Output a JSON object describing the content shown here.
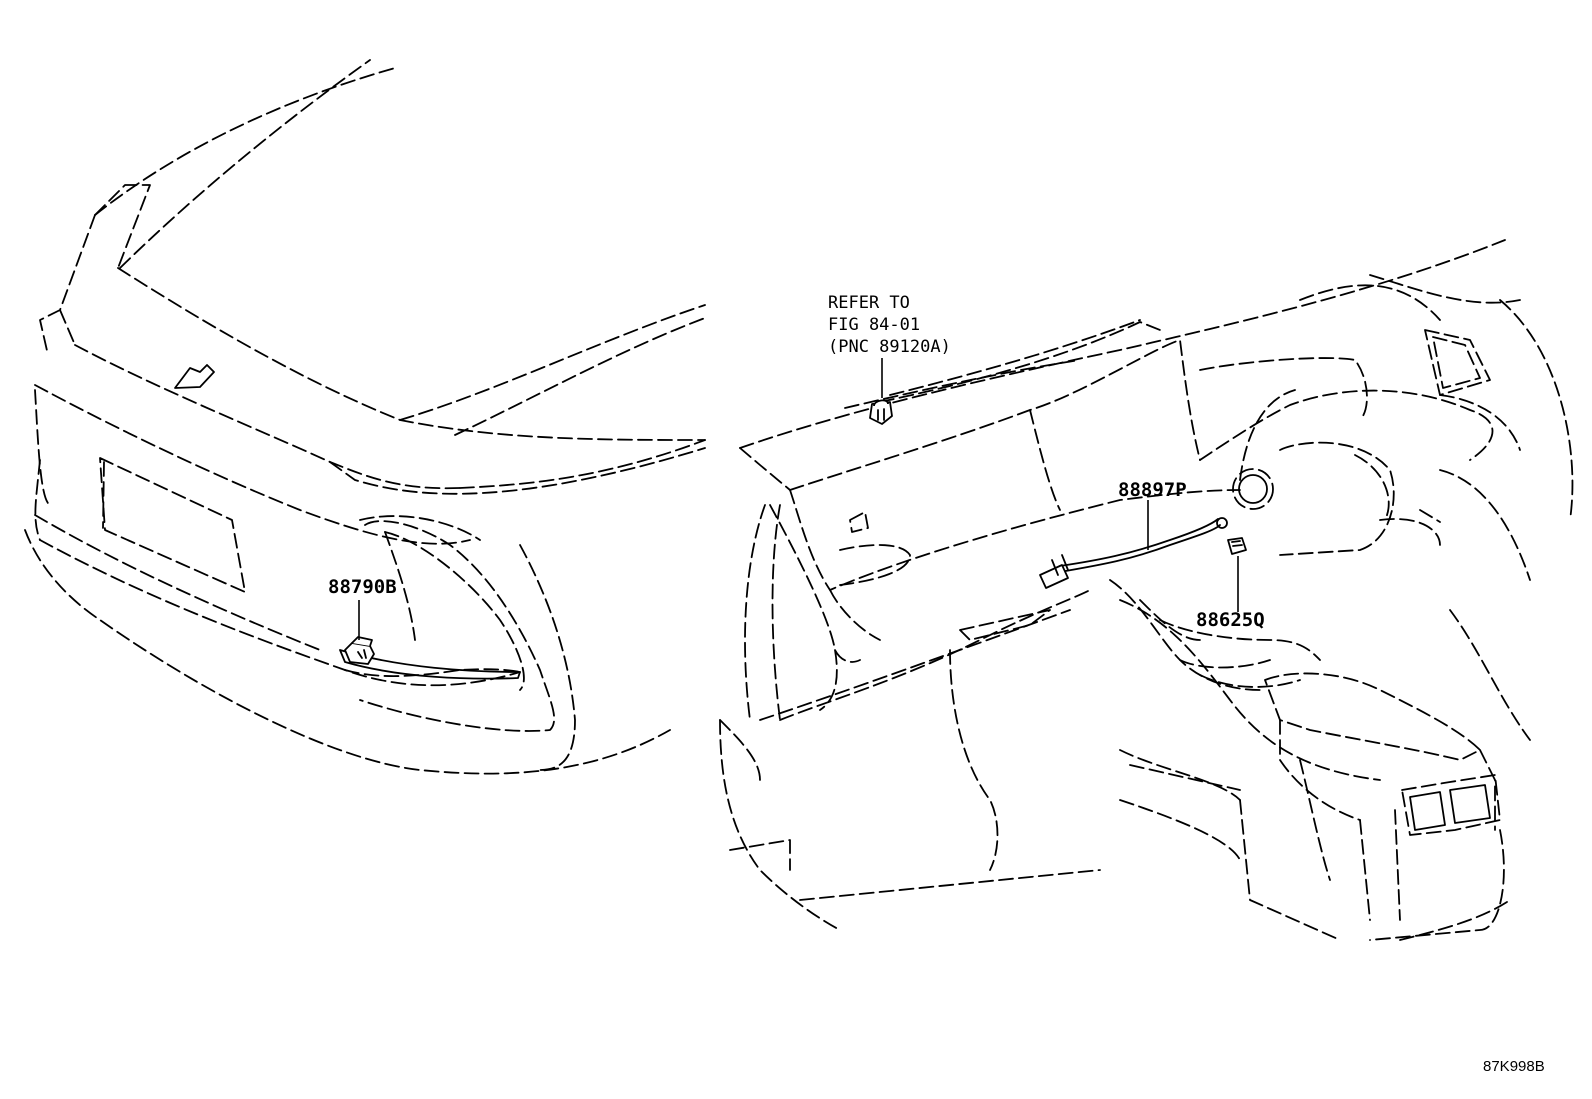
{
  "callouts": {
    "refer_line1": "REFER TO",
    "refer_line2": "FIG 84-01",
    "refer_line3": "(PNC 89120A)",
    "part_front_sensor": "88790B",
    "part_harness": "88897P",
    "part_interior_sensor": "88625Q"
  },
  "figure_ref": "87K998B"
}
